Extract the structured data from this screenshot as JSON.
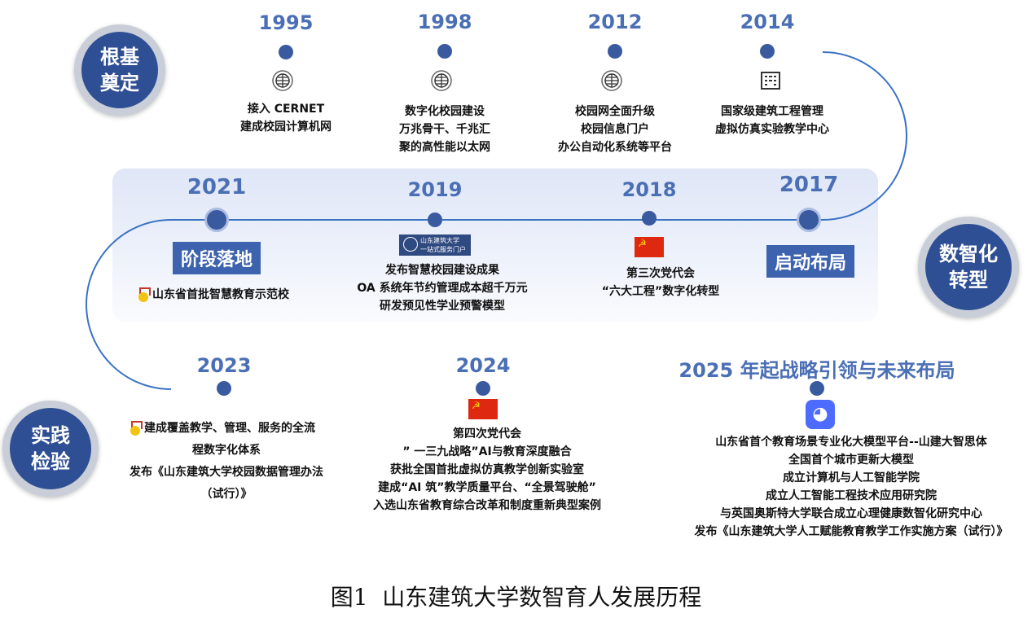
{
  "stages": {
    "s1": [
      "根基",
      "奠定"
    ],
    "s2": [
      "数智化",
      "转型"
    ],
    "s3": [
      "实践",
      "检验"
    ]
  },
  "top": [
    {
      "year": "1995",
      "icon": "globe-icon",
      "lines": [
        "接入 CERNET",
        "建成校园计算机网"
      ]
    },
    {
      "year": "1998",
      "icon": "globe-icon",
      "lines": [
        "数字化校园建设",
        "万兆骨干、千兆汇",
        "聚的高性能以太网"
      ]
    },
    {
      "year": "2012",
      "icon": "globe-icon",
      "lines": [
        "校园网全面升级",
        "校园信息门户",
        "办公自动化系统等平台"
      ]
    },
    {
      "year": "2014",
      "icon": "building-icon",
      "lines": [
        "国家级建筑工程管理",
        "虚拟仿真实验教学中心"
      ]
    }
  ],
  "middle": [
    {
      "year": "2021",
      "tag": "阶段落地",
      "lines": [
        "山东省首批智慧教育示范校"
      ]
    },
    {
      "year": "2019",
      "logo": [
        "山东建筑大学",
        "一站式服务门户"
      ],
      "lines": [
        "发布智慧校园建设成果",
        "OA 系统年节约管理成本超千万元",
        "研发预见性学业预警模型"
      ]
    },
    {
      "year": "2018",
      "lines": [
        "第三次党代会",
        "“六大工程”数字化转型"
      ]
    },
    {
      "year": "2017",
      "tag": "启动布局"
    }
  ],
  "bottom": [
    {
      "year": "2023",
      "lines": [
        "建成覆盖教学、管理、服务的全流",
        "程数字化体系",
        "发布《山东建筑大学校园数据管理办法",
        "（试行）》"
      ]
    },
    {
      "year": "2024",
      "lines": [
        "第四次党代会",
        "” 一三九战略”AI与教育深度融合",
        "获批全国首批虚拟仿真教学创新实验室",
        "建成“AI 筑”教学质量平台、“全景驾驶舱”",
        "入选山东省教育综合改革和制度重新典型案例"
      ]
    },
    {
      "year": "2025 年起战略引领与未来布局",
      "lines": [
        "山东省首个教育场景专业化大模型平台--山建大智思体",
        "全国首个城市更新大模型",
        "成立计算机与人工智能学院",
        "成立人工智能工程技术应用研究院",
        "与英国奥斯特大学联合成立心理健康数智化研究中心",
        "发布《山东建筑大学人工赋能教育教学工作实施方案（试行）》"
      ]
    }
  ],
  "caption": "图1  山东建筑大学数智育人发展历程"
}
